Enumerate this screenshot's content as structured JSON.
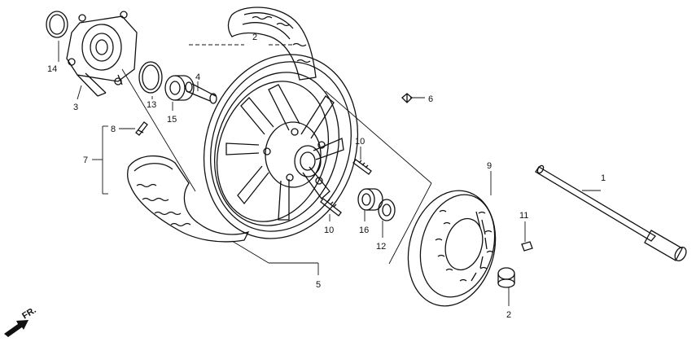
{
  "diagram": {
    "direction_label": "FR.",
    "callouts": [
      {
        "id": "callout-1",
        "text": "1"
      },
      {
        "id": "callout-2-top",
        "text": "2"
      },
      {
        "id": "callout-2-bottom",
        "text": "2"
      },
      {
        "id": "callout-3",
        "text": "3"
      },
      {
        "id": "callout-4",
        "text": "4"
      },
      {
        "id": "callout-5",
        "text": "5"
      },
      {
        "id": "callout-6",
        "text": "6"
      },
      {
        "id": "callout-7",
        "text": "7"
      },
      {
        "id": "callout-8",
        "text": "8"
      },
      {
        "id": "callout-9",
        "text": "9"
      },
      {
        "id": "callout-10-upper",
        "text": "10"
      },
      {
        "id": "callout-10-lower",
        "text": "10"
      },
      {
        "id": "callout-11",
        "text": "11"
      },
      {
        "id": "callout-12",
        "text": "12"
      },
      {
        "id": "callout-13",
        "text": "13"
      },
      {
        "id": "callout-14",
        "text": "14"
      },
      {
        "id": "callout-15",
        "text": "15"
      },
      {
        "id": "callout-16",
        "text": "16"
      }
    ]
  }
}
